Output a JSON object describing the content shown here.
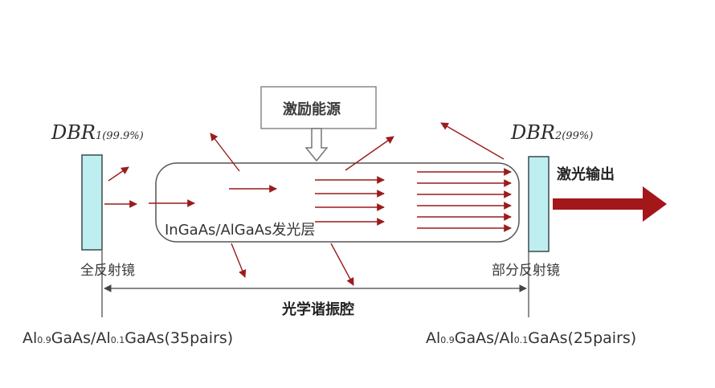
{
  "labels": {
    "pump": "激励能源",
    "output": "激光输出",
    "active_layer": "InGaAs/AlGaAs发光层",
    "left_mirror": "全反射镜",
    "right_mirror": "部分反射镜",
    "cavity": "光学谐振腔",
    "dbr_left_main": "DBR",
    "dbr_left_sub": "1(99.9%)",
    "dbr_right_main": "DBR",
    "dbr_right_sub": "2(99%)"
  },
  "materials": {
    "left": {
      "a": "Al",
      "a_sub": "0.9",
      "b": "GaAs/Al",
      "b_sub": "0.1",
      "c": "GaAs(35pairs)"
    },
    "right": {
      "a": "Al",
      "a_sub": "0.9",
      "b": "GaAs/Al",
      "b_sub": "0.1",
      "c": "GaAs(25pairs)"
    }
  },
  "colors": {
    "arrow": "#9b1c1c",
    "mirror_fill": "#bfeef0",
    "mirror_stroke": "#3a4a4a",
    "output_arrow": "#a3161a",
    "line": "#444444"
  }
}
